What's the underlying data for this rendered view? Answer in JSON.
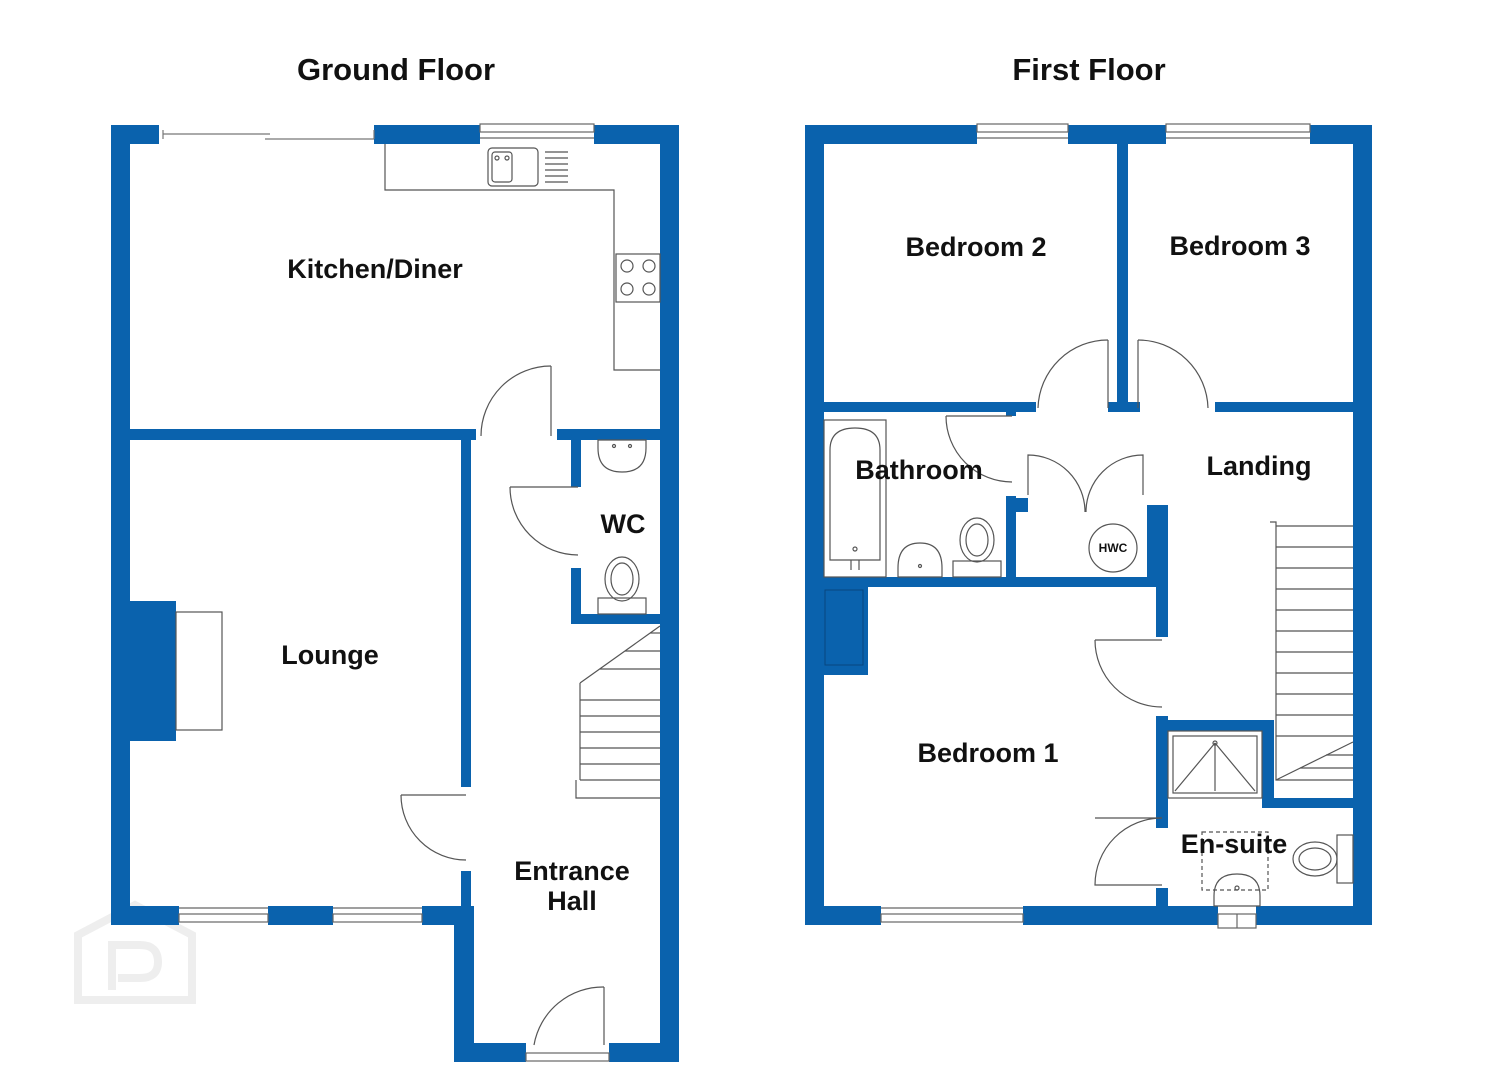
{
  "floors": {
    "ground": {
      "title": "Ground Floor",
      "rooms": {
        "kitchen": "Kitchen/Diner",
        "lounge": "Lounge",
        "wc": "WC",
        "hall_line1": "Entrance",
        "hall_line2": "Hall"
      }
    },
    "first": {
      "title": "First Floor",
      "rooms": {
        "bedroom2": "Bedroom 2",
        "bedroom3": "Bedroom 3",
        "bathroom": "Bathroom",
        "landing": "Landing",
        "hwc": "HWC",
        "bedroom1": "Bedroom 1",
        "ensuite": "En-suite"
      }
    }
  },
  "colors": {
    "wall": "#0a62ad",
    "fixture_stroke": "#555555",
    "watermark": "#eeeeee"
  },
  "icons": {
    "watermark": "property-pal-watermark-icon"
  }
}
